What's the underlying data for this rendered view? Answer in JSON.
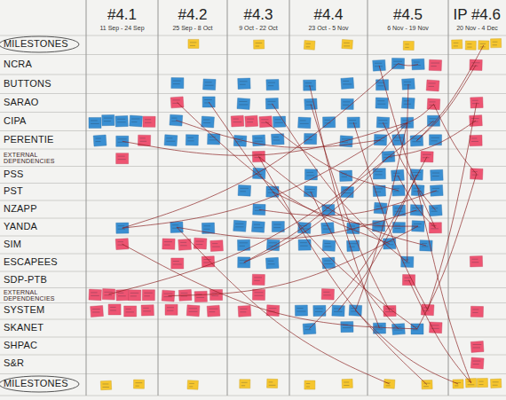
{
  "diagram": {
    "labels": [
      "#4.1",
      "11 Sep - 24 Sep",
      "#4.2",
      "25 Sep - 8 Oct",
      "#4.3",
      "9 Oct - 22 Oct",
      "#4.4",
      "23 Oct - 5 Nov",
      "#4.5",
      "6 Nov - 19 Nov",
      "IP #4.6",
      "20 Nov - 4 Dec",
      "MILESTONES",
      "NCRA",
      "BUTTONS",
      "SARAO",
      "CIPA",
      "PERENTIE",
      "EXTERNAL DEPENDENCIES",
      "PSS",
      "PST",
      "NZAPP",
      "YANDA",
      "SIM",
      "ESCAPEES",
      "SDP-PTB",
      "EXTERNAL DEPENDENCIES",
      "SYSTEM",
      "SKANET",
      "SHPAC",
      "S&R",
      "MILESTONES"
    ]
  }
}
